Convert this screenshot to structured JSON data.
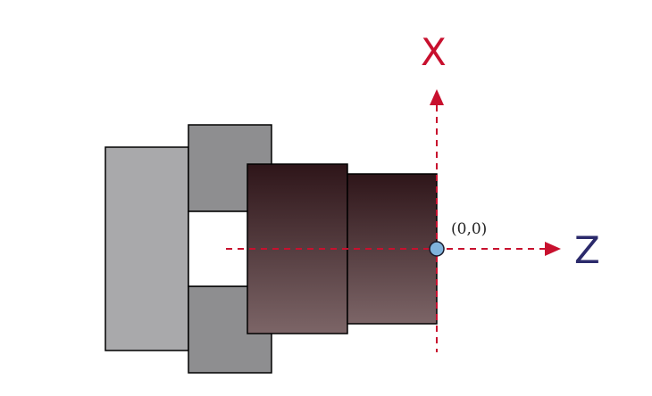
{
  "axes": {
    "x_label": "X",
    "z_label": "Z"
  },
  "origin": {
    "label": "(0,0)"
  },
  "colors": {
    "axis_red": "#c8102e",
    "x_letter": "#c8102e",
    "z_letter": "#2b2a6b",
    "chuck_light_gray": "#a8a8a8",
    "chuck_jaw_gray": "#8c8c8c",
    "workpiece_dark": "#3a1e22",
    "workpiece_light": "#7a6466",
    "origin_marker": "#7fb3dc",
    "outline": "#000000"
  }
}
